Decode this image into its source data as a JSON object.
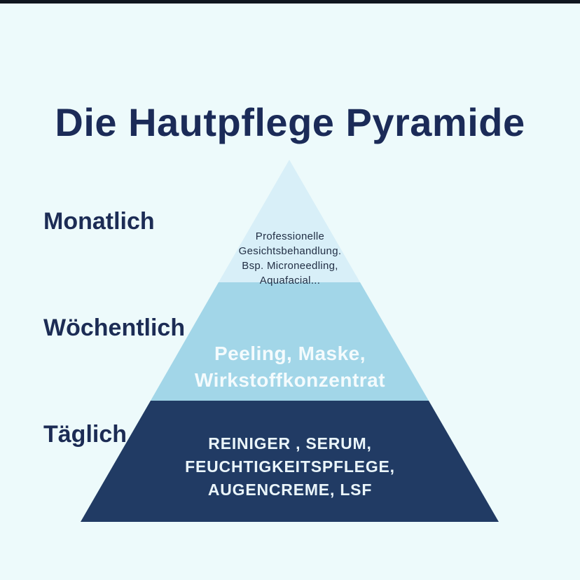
{
  "title": "Die Hautpflege Pyramide",
  "colors": {
    "background": "#edfafb",
    "top_bar": "#10161f",
    "title_text": "#1b2b58",
    "frequency_label_text": "#1c2c55",
    "tier_monthly_fill": "#d8eff8",
    "tier_weekly_fill": "#a2d6e8",
    "tier_daily_fill": "#213b64",
    "tier_monthly_text": "#222f45",
    "tier_weekly_text": "#f4fbfd",
    "tier_daily_text": "#eaf5fa"
  },
  "pyramid": {
    "levels": [
      {
        "frequency_label": "Monatlich",
        "lines": [
          "Professionelle",
          "Gesichtsbehandlung.",
          "Bsp. Microneedling,",
          "Aquafacial..."
        ]
      },
      {
        "frequency_label": "Wöchentlich",
        "lines": [
          "Peeling, Maske,",
          "Wirkstoffkonzentrat"
        ]
      },
      {
        "frequency_label": "Täglich",
        "lines": [
          "REINIGER , SERUM,",
          "FEUCHTIGKEITSPFLEGE,",
          "AUGENCREME, LSF"
        ]
      }
    ]
  }
}
